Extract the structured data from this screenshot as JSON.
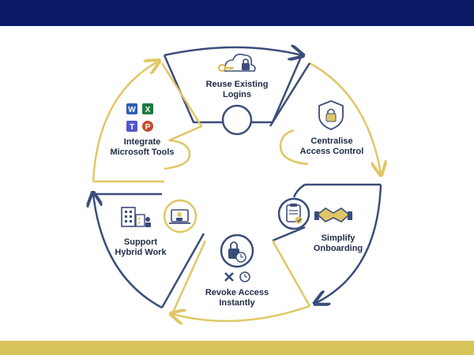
{
  "colors": {
    "header_bar": "#0b1a66",
    "footer_bar": "#d8c25a",
    "navy_segment": "#3b4d7a",
    "gold_segment": "#e0c766",
    "text": "#1f2a44"
  },
  "cycle": {
    "steps": [
      {
        "line1": "Reuse Existing",
        "line2": "Logins",
        "icon": "cloud-key-lock-icon"
      },
      {
        "line1": "Centralise",
        "line2": "Access Control",
        "icon": "shield-lock-icon"
      },
      {
        "line1": "Simplify",
        "line2": "Onboarding",
        "icon": "handshake-clipboard-icon"
      },
      {
        "line1": "Revoke Access",
        "line2": "Instantly",
        "icon": "revoke-lock-icon"
      },
      {
        "line1": "Support",
        "line2": "Hybrid Work",
        "icon": "office-remote-worker-icon"
      },
      {
        "line1": "Integrate",
        "line2": "Microsoft Tools",
        "icon": "microsoft-apps-icon"
      }
    ]
  }
}
